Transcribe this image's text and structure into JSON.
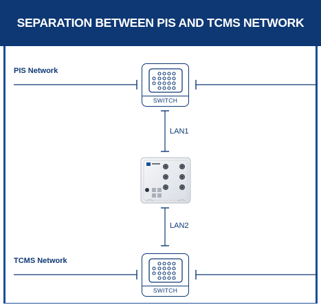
{
  "header": {
    "title": "SEPARATION BETWEEN PIS AND TCMS NETWORK"
  },
  "networks": {
    "pis": {
      "label": "PIS Network"
    },
    "tcms": {
      "label": "TCMS Network"
    }
  },
  "switches": {
    "top": {
      "label": "SWITCH"
    },
    "bottom": {
      "label": "SWITCH"
    }
  },
  "links": {
    "upper": {
      "label": "LAN1"
    },
    "lower": {
      "label": "LAN2"
    }
  },
  "colors": {
    "brand": "#0e3874",
    "accent": "#1a4d97",
    "device_body": "#eef0f3"
  },
  "icons": [
    "switch-icon",
    "network-device-icon"
  ]
}
